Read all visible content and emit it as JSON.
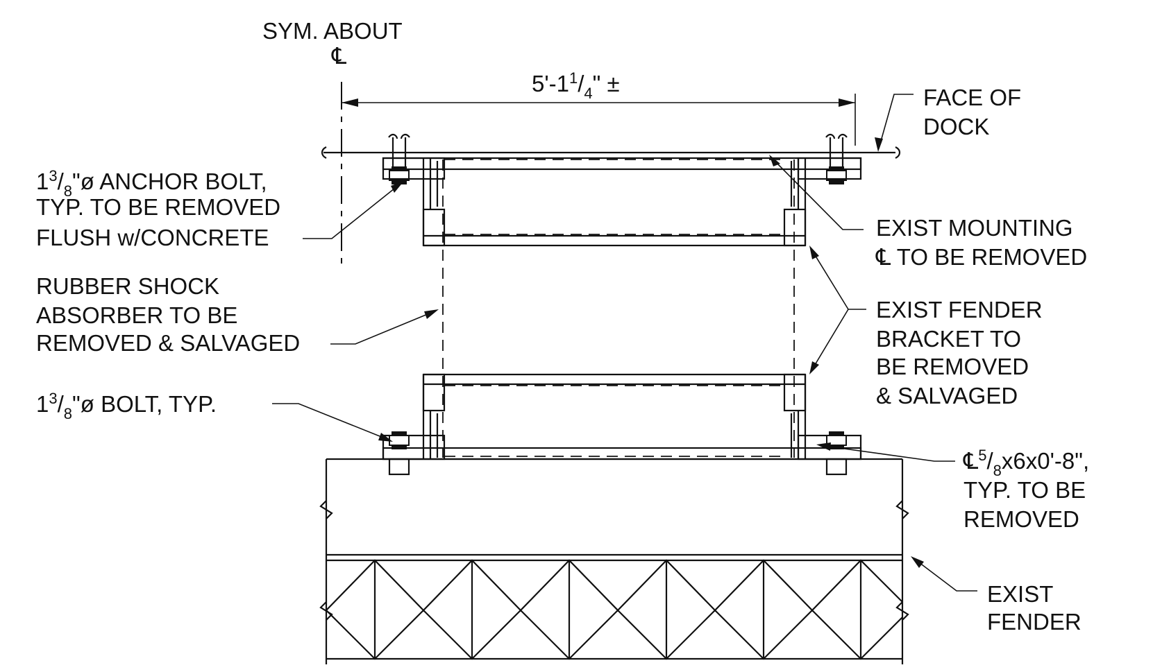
{
  "labels": {
    "sym_about": "SYM. ABOUT",
    "centerline_symbol": "℄",
    "dimension": {
      "main": "5'-1",
      "sup": "1",
      "den": "4",
      "tail": "\" ±"
    },
    "face_of_dock": [
      "FACE OF",
      "DOCK"
    ],
    "anchor_bolt": {
      "line1_pre": "1",
      "line1_sup": "3",
      "line1_den": "8",
      "line1_post": "\"ø ANCHOR BOLT,",
      "line2": "TYP.  TO BE REMOVED",
      "line3": "FLUSH w/CONCRETE"
    },
    "rubber_shock": [
      "RUBBER SHOCK",
      "ABSORBER TO BE",
      "REMOVED & SALVAGED"
    ],
    "bolt_typ": {
      "pre": "1",
      "sup": "3",
      "den": "8",
      "post": "\"ø BOLT, TYP."
    },
    "exist_mounting": [
      "EXIST MOUNTING",
      "℄ TO BE REMOVED"
    ],
    "exist_fender_bracket": [
      "EXIST FENDER",
      "BRACKET TO",
      "BE REMOVED",
      "& SALVAGED"
    ],
    "plate": {
      "line1_pre": "℄",
      "line1_sup": "5",
      "line1_den": "8",
      "line1_post": "x6x0'-8\",",
      "line2": "TYP. TO BE",
      "line3": "REMOVED"
    },
    "exist_fender": [
      "EXIST",
      "FENDER"
    ]
  }
}
